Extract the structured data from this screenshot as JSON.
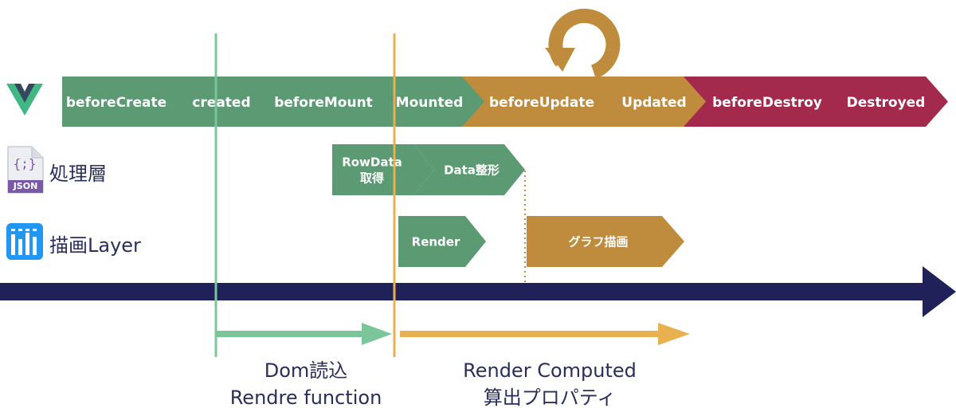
{
  "colors": {
    "green": "#5b9a72",
    "gold": "#bf8c3d",
    "crimson": "#a32a4c",
    "navy": "#1f2158",
    "line_green": "#7ac59a",
    "line_orange": "#e8b04e",
    "vue_green": "#41b883",
    "vue_dark": "#35495e"
  },
  "lifecycle": [
    {
      "label": "beforeCreate",
      "color": "green"
    },
    {
      "label": "created",
      "color": "green"
    },
    {
      "label": "beforeMount",
      "color": "green"
    },
    {
      "label": "Mounted",
      "color": "green"
    },
    {
      "label": "beforeUpdate",
      "color": "gold"
    },
    {
      "label": "Updated",
      "color": "gold"
    },
    {
      "label": "beforeDestroy",
      "color": "crimson"
    },
    {
      "label": "Destroyed",
      "color": "crimson"
    }
  ],
  "rows": {
    "processing": {
      "label": "処理層",
      "icon": "json-file-icon",
      "icon_text": "JSON",
      "icon_glyph": "{;}"
    },
    "render": {
      "label": "描画Layer",
      "icon": "bar-chart-icon"
    }
  },
  "processing_steps": [
    {
      "label_lines": [
        "RowData",
        "取得"
      ],
      "color": "green"
    },
    {
      "label_lines": [
        "Data整形"
      ],
      "color": "green"
    }
  ],
  "render_steps": [
    {
      "label_lines": [
        "Render"
      ],
      "color": "green"
    },
    {
      "label_lines": [
        "グラフ描画"
      ],
      "color": "gold"
    }
  ],
  "phases": [
    {
      "line_color": "line_green",
      "lines": [
        "Dom読込",
        "Rendre function"
      ]
    },
    {
      "line_color": "line_orange",
      "lines": [
        "Render Computed",
        "算出プロパティ"
      ]
    }
  ],
  "icons": {
    "logo": "vue-logo-icon",
    "loop": "update-loop-icon"
  }
}
